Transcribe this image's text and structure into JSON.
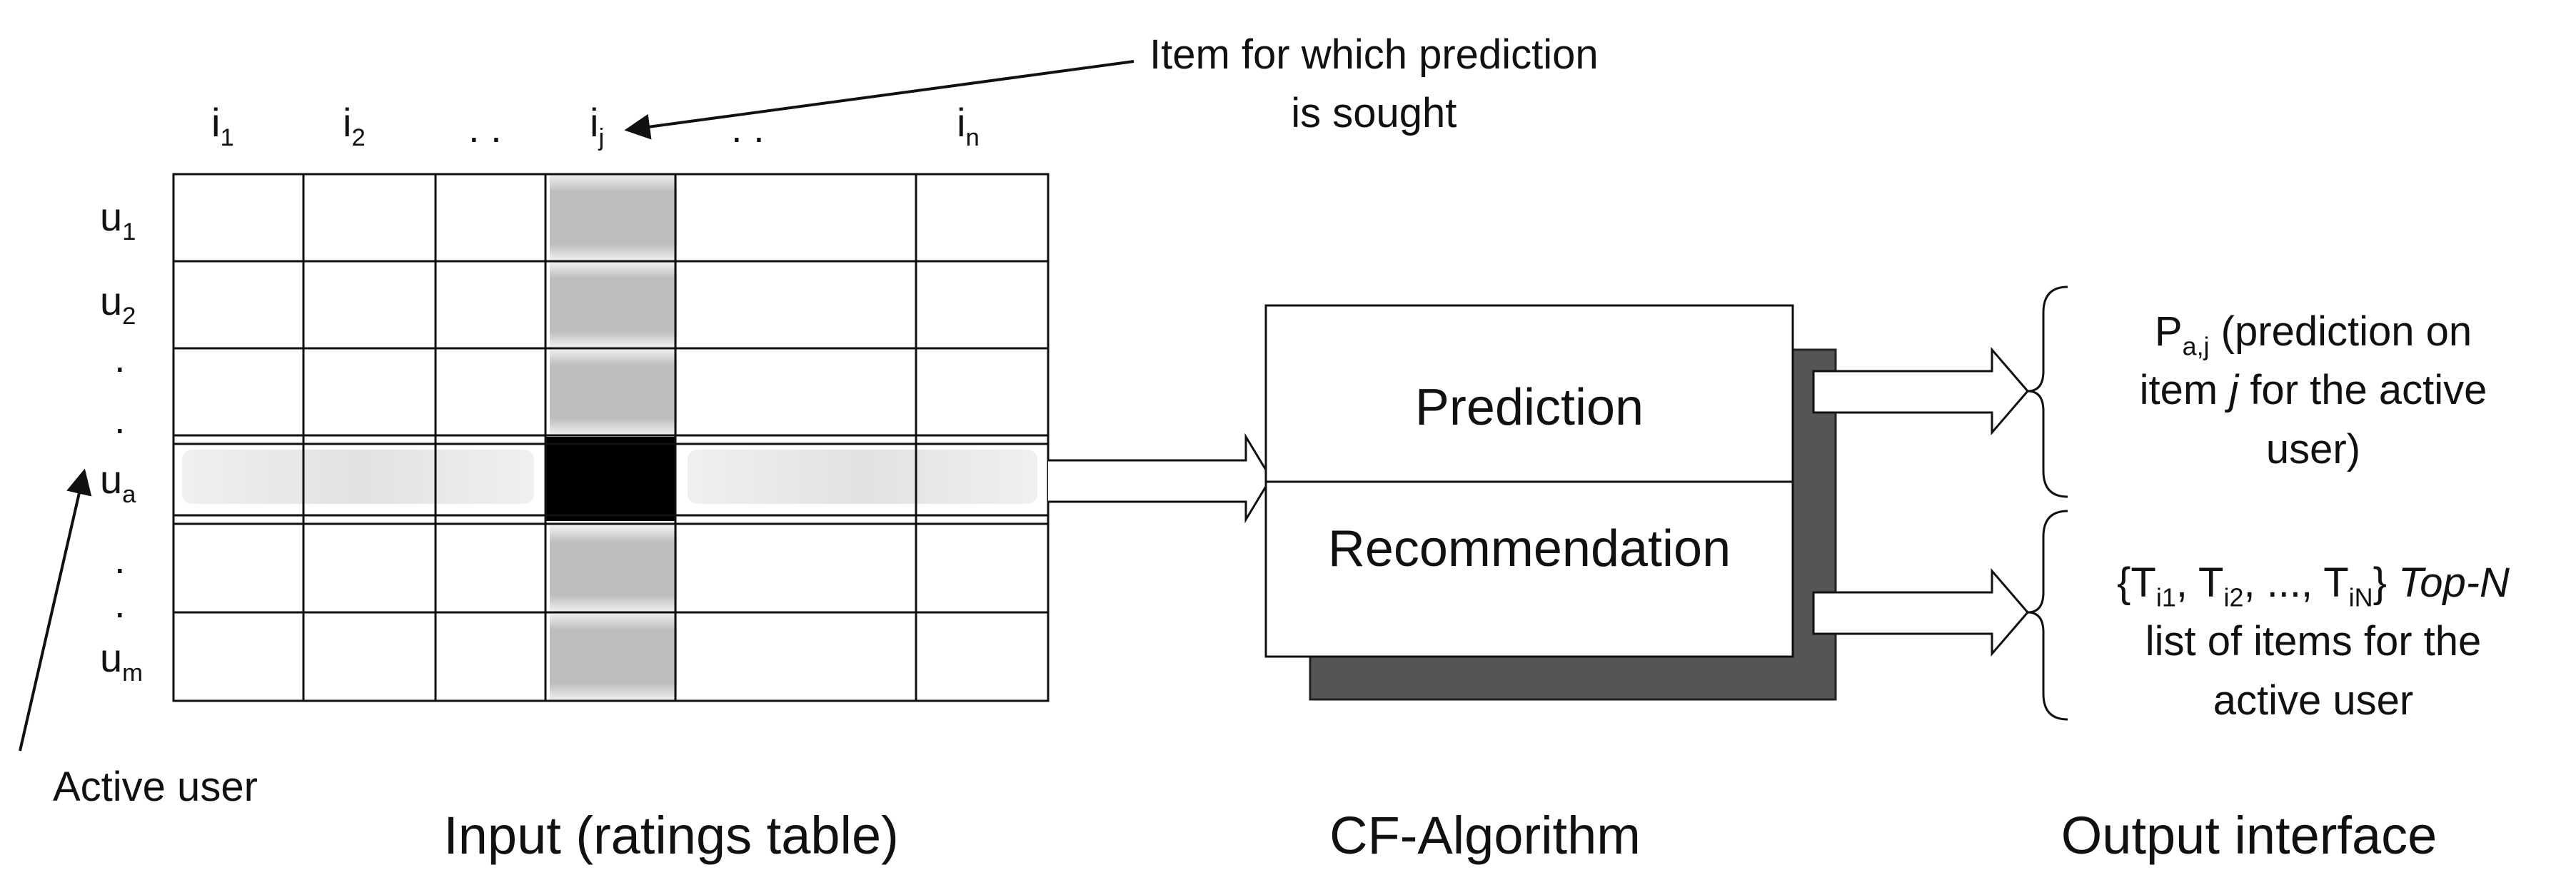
{
  "annotation": {
    "line1": "Item for which prediction",
    "line2": "is sought"
  },
  "ratings_table": {
    "column_headers": [
      {
        "base": "i",
        "sub": "1"
      },
      {
        "base": "i",
        "sub": "2"
      },
      {
        "base": ". .",
        "sub": ""
      },
      {
        "base": "i",
        "sub": "j"
      },
      {
        "base": ". .",
        "sub": ""
      },
      {
        "base": "i",
        "sub": "n"
      }
    ],
    "row_headers": [
      {
        "base": "u",
        "sub": "1"
      },
      {
        "base": "u",
        "sub": "2"
      },
      {
        "base": ".",
        "sub": ""
      },
      {
        "base": ".",
        "sub": ""
      },
      {
        "base": "u",
        "sub": "a"
      },
      {
        "base": ".",
        "sub": ""
      },
      {
        "base": ".",
        "sub": ""
      },
      {
        "base": "u",
        "sub": "m"
      }
    ]
  },
  "active_user_label": "Active user",
  "algorithm": {
    "prediction": "Prediction",
    "recommendation": "Recommendation"
  },
  "output": {
    "prediction": {
      "p": "P",
      "p_sub": "a,j",
      "line1_rest": " (prediction on",
      "line2_a": "item ",
      "line2_j": "j",
      "line2_b": " for the active",
      "line3": "user)"
    },
    "topn": {
      "t1": "T",
      "t1_sub": "i1",
      "t2": "T",
      "t2_sub": "i2",
      "ellipsis": "...",
      "tn": "T",
      "tn_sub": "iN",
      "topn": "Top-N",
      "line2": "list of items for the",
      "line3": "active user"
    }
  },
  "captions": {
    "input": "Input (ratings table)",
    "algorithm": "CF-Algorithm",
    "output": "Output interface"
  },
  "colors": {
    "highlight_column": "#bdbdbd",
    "active_cell": "#000000",
    "highlight_row": "#e4e4e4",
    "shadow": "#555555"
  }
}
